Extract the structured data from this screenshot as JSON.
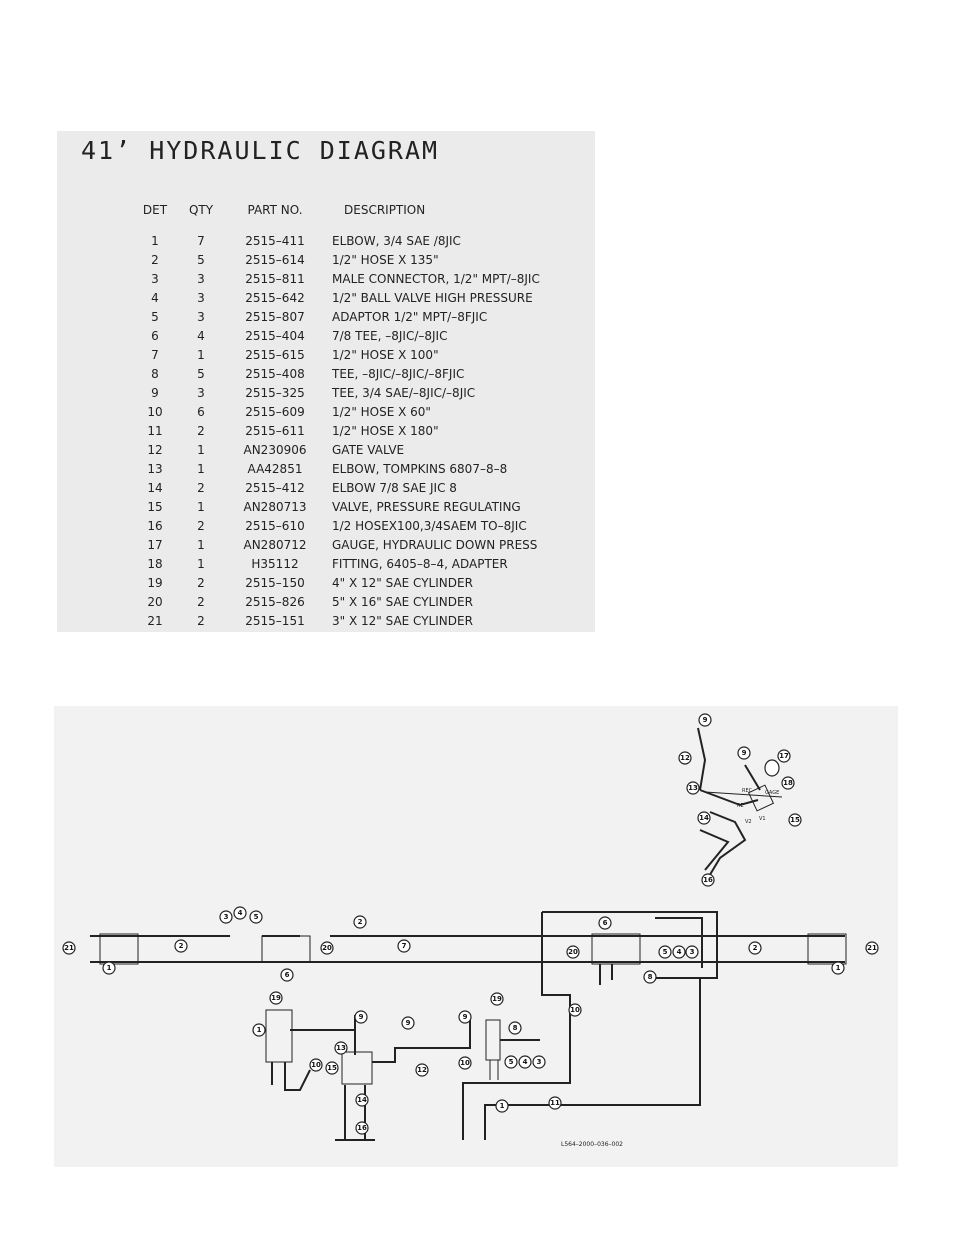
{
  "title": "41’ HYDRAULIC DIAGRAM",
  "table": {
    "headers": [
      "DET",
      "QTY",
      "PART NO.",
      "DESCRIPTION"
    ],
    "rows": [
      [
        "1",
        "7",
        "2515–411",
        "ELBOW, 3/4 SAE /8JIC"
      ],
      [
        "2",
        "5",
        "2515–614",
        "1/2\" HOSE X 135\""
      ],
      [
        "3",
        "3",
        "2515–811",
        "MALE CONNECTOR, 1/2\" MPT/–8JIC"
      ],
      [
        "4",
        "3",
        "2515–642",
        " 1/2\" BALL VALVE HIGH PRESSURE"
      ],
      [
        "5",
        "3",
        "2515–807",
        "ADAPTOR 1/2\" MPT/–8FJIC"
      ],
      [
        "6",
        "4",
        "2515–404",
        "7/8 TEE, –8JIC/–8JIC"
      ],
      [
        "7",
        "1",
        "2515–615",
        "1/2\" HOSE X 100\""
      ],
      [
        "8",
        "5",
        "2515–408",
        "TEE, –8JIC/–8JIC/–8FJIC"
      ],
      [
        "9",
        "3",
        "2515–325",
        "TEE, 3/4 SAE/–8JIC/–8JIC"
      ],
      [
        "10",
        "6",
        "2515–609",
        "1/2\" HOSE X 60\""
      ],
      [
        "11",
        "2",
        "2515–611",
        "1/2\" HOSE X 180\""
      ],
      [
        "12",
        "1",
        "AN230906",
        "GATE VALVE"
      ],
      [
        "13",
        "1",
        "AA42851",
        "ELBOW, TOMPKINS 6807–8–8"
      ],
      [
        "14",
        "2",
        "2515–412",
        "ELBOW 7/8 SAE JIC 8"
      ],
      [
        "15",
        "1",
        "AN280713",
        "VALVE, PRESSURE REGULATING"
      ],
      [
        "16",
        "2",
        "2515–610",
        " 1/2 HOSEX100,3/4SAEM TO–8JIC"
      ],
      [
        "17",
        "1",
        "AN280712",
        "GAUGE, HYDRAULIC DOWN PRESS"
      ],
      [
        "18",
        "1",
        "H35112",
        "FITTING, 6405–8–4, ADAPTER"
      ],
      [
        "19",
        "2",
        "2515–150",
        " 4\" X 12\" SAE CYLINDER"
      ],
      [
        "20",
        "2",
        "2515–826",
        "5\" X 16\" SAE CYLINDER"
      ],
      [
        "21",
        "2",
        "2515–151",
        " 3\" X 12\" SAE CYLINDER"
      ]
    ]
  },
  "diagram": {
    "drawing_number": "L564–2000–036–002",
    "inset_labels": [
      "REC",
      "GAGE",
      "RE",
      "V2",
      "V1"
    ]
  }
}
